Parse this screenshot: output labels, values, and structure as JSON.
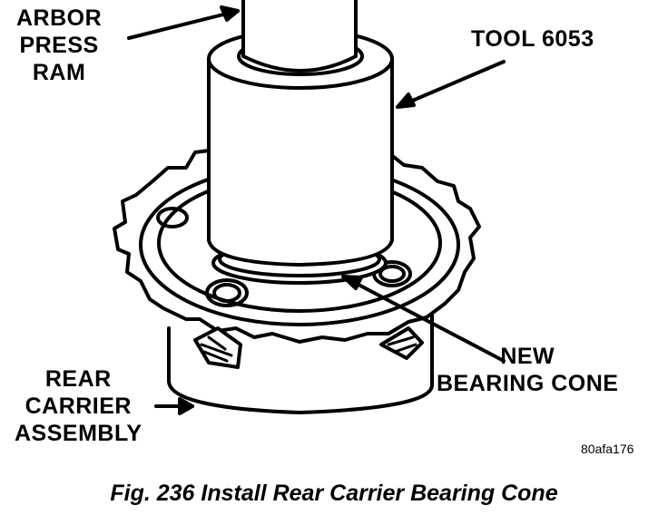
{
  "labels": {
    "arbor_press_ram": [
      "ARBOR",
      "PRESS",
      "RAM"
    ],
    "tool": "TOOL 6053",
    "new_bearing_cone": [
      "NEW",
      "BEARING CONE"
    ],
    "rear_carrier_assembly": [
      "REAR",
      "CARRIER",
      "ASSEMBLY"
    ]
  },
  "figure_code": "80afa176",
  "caption": "Fig. 236 Install Rear Carrier Bearing Cone"
}
